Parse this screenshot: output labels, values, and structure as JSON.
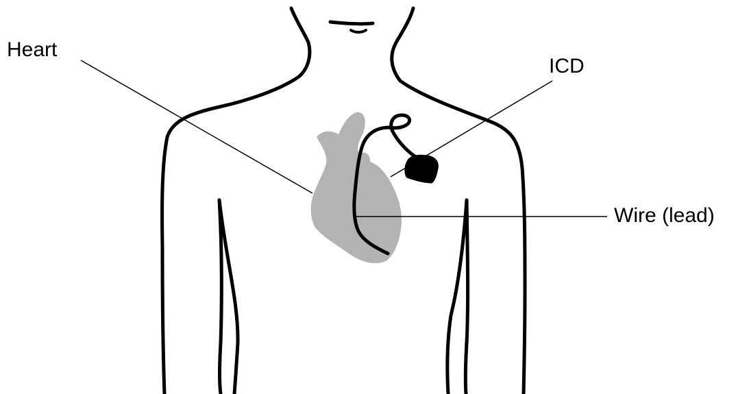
{
  "labels": {
    "heart": "Heart",
    "icd": "ICD",
    "wire": "Wire (lead)"
  },
  "colors": {
    "outline": "#000000",
    "heart_fill": "#b3b3b3",
    "device_fill": "#000000",
    "background": "#ffffff"
  },
  "icons": {
    "body": "human-torso-outline",
    "heart": "heart-silhouette",
    "device": "icd-device"
  }
}
